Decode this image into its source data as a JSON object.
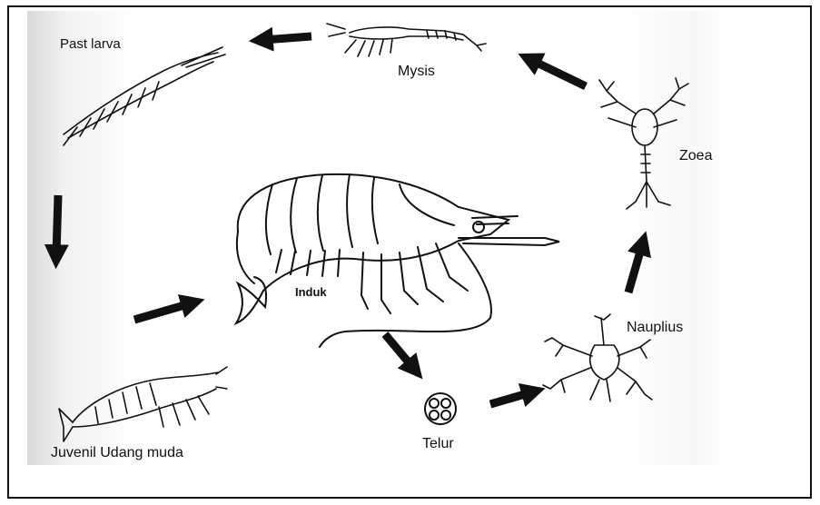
{
  "labels": {
    "past_larva": "Past larva",
    "mysis": "Mysis",
    "zoea": "Zoea",
    "induk": "Induk",
    "nauplius": "Nauplius",
    "telur": "Telur",
    "juvenil": "Juvenil Udang muda"
  },
  "colors": {
    "ink": "#111111",
    "paper": "#ffffff",
    "scan_shadow": "#d9d9d9"
  }
}
